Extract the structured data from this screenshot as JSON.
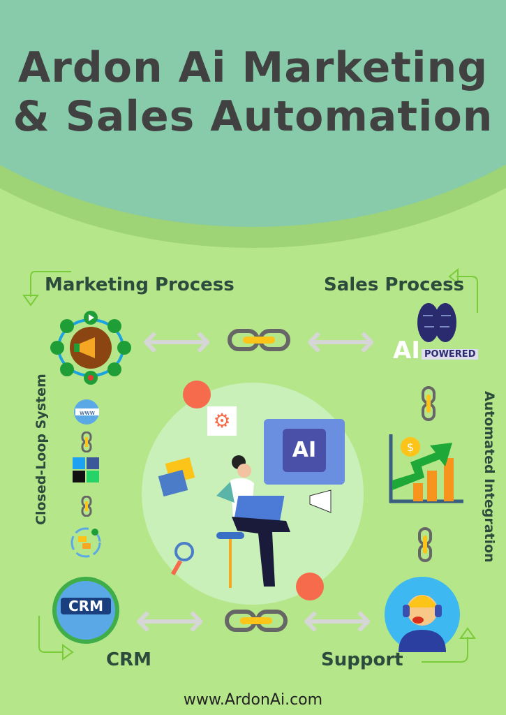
{
  "title": {
    "line1": "Ardon Ai Marketing",
    "line2": "& Sales Automation"
  },
  "labels": {
    "marketing": "Marketing Process",
    "sales": "Sales Process",
    "crm": "CRM",
    "support": "Support",
    "closed_loop": "Closed-Loop System",
    "automated": "Automated Integration"
  },
  "icons": {
    "ai_chip": "AI",
    "ai_powered_big": "AI",
    "ai_powered_small": "POWERED",
    "crm_badge": "CRM",
    "www": "www"
  },
  "footer": "www.ArdonAi.com",
  "colors": {
    "background": "#b6e68a",
    "header": "#87cbaa",
    "title": "#414141",
    "label": "#2d4b3c"
  }
}
